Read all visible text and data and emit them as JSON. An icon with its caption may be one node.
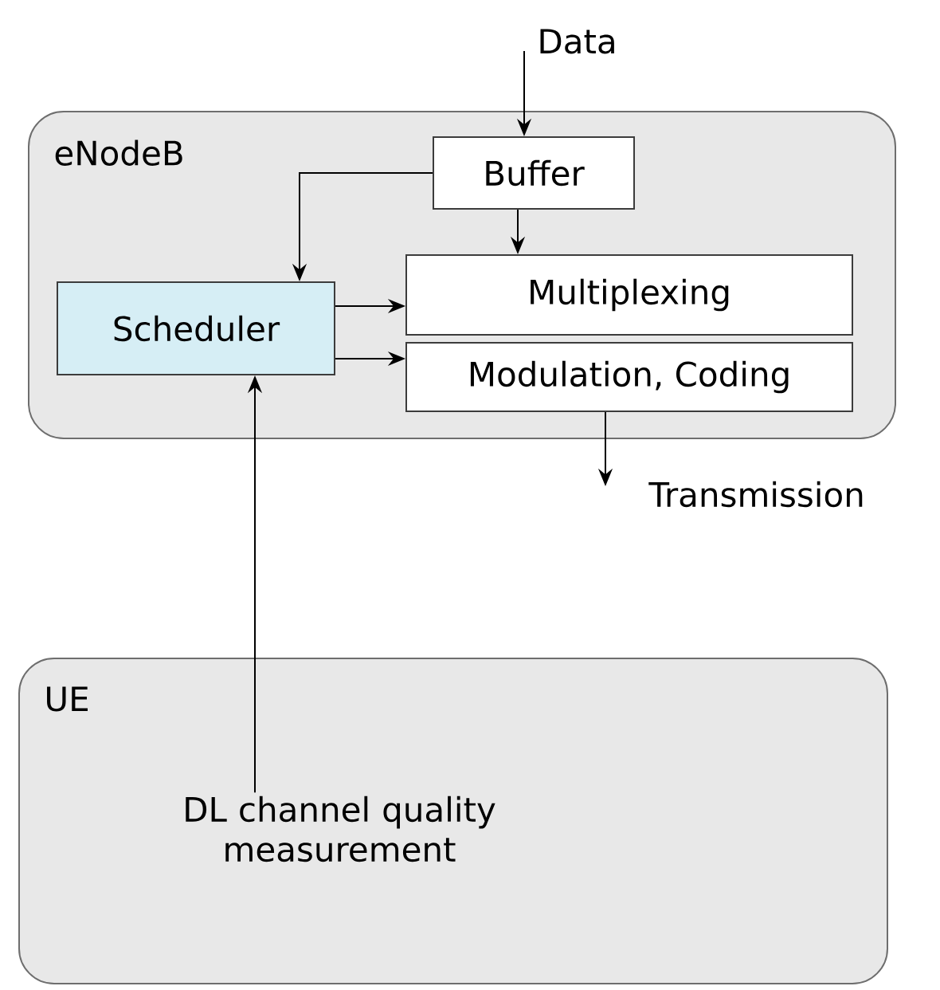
{
  "diagram": {
    "nodes": [
      {
        "text": [
          "eNodeB"
        ]
      },
      {
        "text": [
          "Buffer"
        ],
        "in": 0
      },
      {
        "text": [
          "Scheduler"
        ],
        "in": 0
      },
      {
        "text": [
          "Multiplexing"
        ],
        "in": 0
      },
      {
        "text": [
          "Modulation, Coding"
        ],
        "in": 0
      },
      {
        "text": [
          "UE"
        ]
      },
      {
        "text": [
          "DL channel quality measurement"
        ],
        "in": 5
      },
      {
        "text": [
          "Data"
        ]
      },
      {
        "text": [
          "Transmission"
        ]
      }
    ],
    "edges": [
      {
        "from": 7,
        "to": 1,
        "arrow": "to"
      },
      {
        "from": 1,
        "to": 2,
        "arrow": "to"
      },
      {
        "from": 1,
        "to": 3,
        "arrow": "to"
      },
      {
        "from": 2,
        "to": 3,
        "arrow": "to"
      },
      {
        "from": 2,
        "to": 4,
        "arrow": "to"
      },
      {
        "from": 6,
        "to": 2,
        "arrow": "to"
      },
      {
        "from": 4,
        "to": 8,
        "arrow": "to"
      }
    ]
  }
}
